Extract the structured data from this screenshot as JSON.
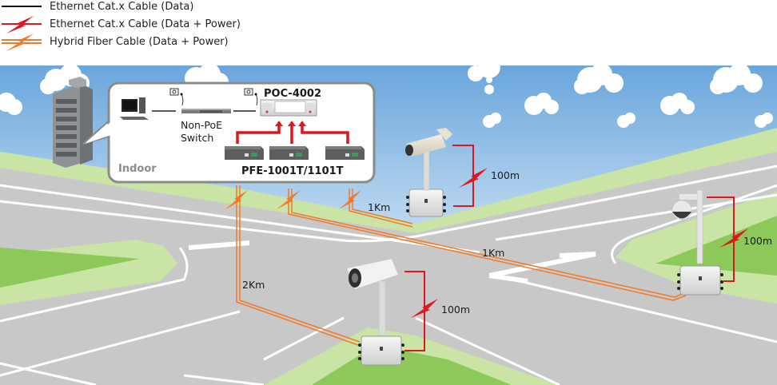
{
  "legend": [
    {
      "label": "Ethernet Cat.x Cable (Data)",
      "icon": "black-line-icon",
      "color": "#111111"
    },
    {
      "label": "Ethernet Cat.x Cable (Data + Power)",
      "icon": "red-lightning-line-icon",
      "color": "#e0161e"
    },
    {
      "label": "Hybrid Fiber Cable (Data + Power)",
      "icon": "orange-lightning-line-icon",
      "color": "#f07a2a"
    }
  ],
  "indoor": {
    "zone_label": "Indoor",
    "switch_label_line1": "Non-PoE",
    "switch_label_line2": "Switch",
    "poc_label": "POC-4002",
    "pfe_label": "PFE-1001T/1101T"
  },
  "links": {
    "fiber_1": "2Km",
    "fiber_2": "1Km",
    "fiber_3": "1Km",
    "cam_bullet_top": "100m",
    "cam_ptz": "100m",
    "cam_bullet_bottom": "100m"
  },
  "colors": {
    "sky_top": "#6aa6dc",
    "sky_bottom": "#e6f2fb",
    "road": "#c8c8c8",
    "grass_light": "#c9e4a4",
    "grass_dark": "#8cc85a",
    "poe_red": "#e0161e",
    "fiber_orange": "#f07a2a"
  }
}
